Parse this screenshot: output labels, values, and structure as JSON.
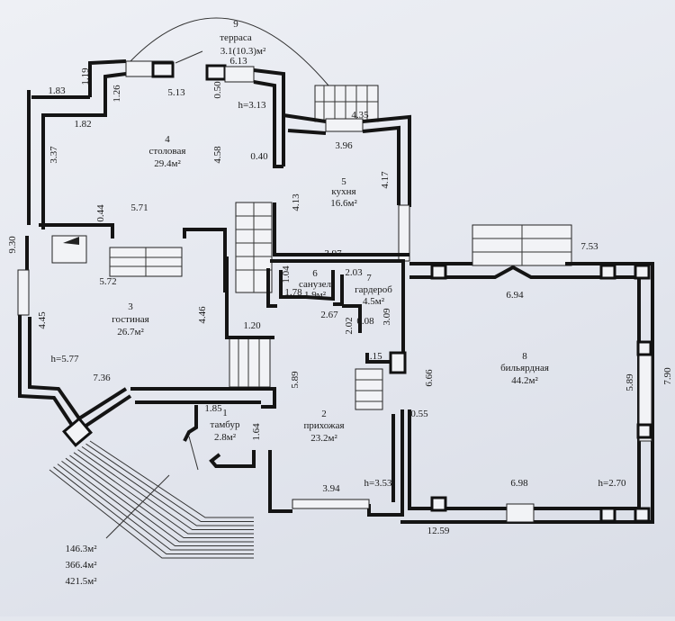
{
  "rooms": [
    {
      "num": "1",
      "name": "тамбур",
      "area": "2.8м²"
    },
    {
      "num": "2",
      "name": "прихожая",
      "area": "23.2м²"
    },
    {
      "num": "3",
      "name": "гостиная",
      "area": "26.7м²"
    },
    {
      "num": "4",
      "name": "столовая",
      "area": "29.4м²"
    },
    {
      "num": "5",
      "name": "кухня",
      "area": "16.6м²"
    },
    {
      "num": "6",
      "name": "санузел",
      "area": "1.9м²"
    },
    {
      "num": "7",
      "name": "гардероб",
      "area": "4.5м²"
    },
    {
      "num": "8",
      "name": "бильярдная",
      "area": "44.2м²"
    },
    {
      "num": "9",
      "name": "терраса",
      "area": "3.1(10.3)м²"
    }
  ],
  "heights": [
    "h=3.13",
    "h=5.77",
    "h=3.53",
    "h=2.70"
  ],
  "dimensions": [
    "6.13",
    "1.19",
    "1.83",
    "1.26",
    "5.13",
    "0.50",
    "4.35",
    "1.82",
    "3.96",
    "4.58",
    "0.40",
    "3.37",
    "4.17",
    "4.13",
    "5.71",
    "0.44",
    "9.30",
    "3.97",
    "5.72",
    "7.53",
    "1.04",
    "1.78",
    "2.03",
    "6.94",
    "2.67",
    "4.45",
    "4.46",
    "0.08",
    "2.02",
    "3.09",
    "1.20",
    "1.15",
    "7.36",
    "5.89",
    "6.66",
    "5.89",
    "7.90",
    "1.85",
    "1.64",
    "0.55",
    "3.94",
    "6.98",
    "12.59"
  ],
  "totals": [
    "146.3м²",
    "366.4м²",
    "421.5м²"
  ]
}
